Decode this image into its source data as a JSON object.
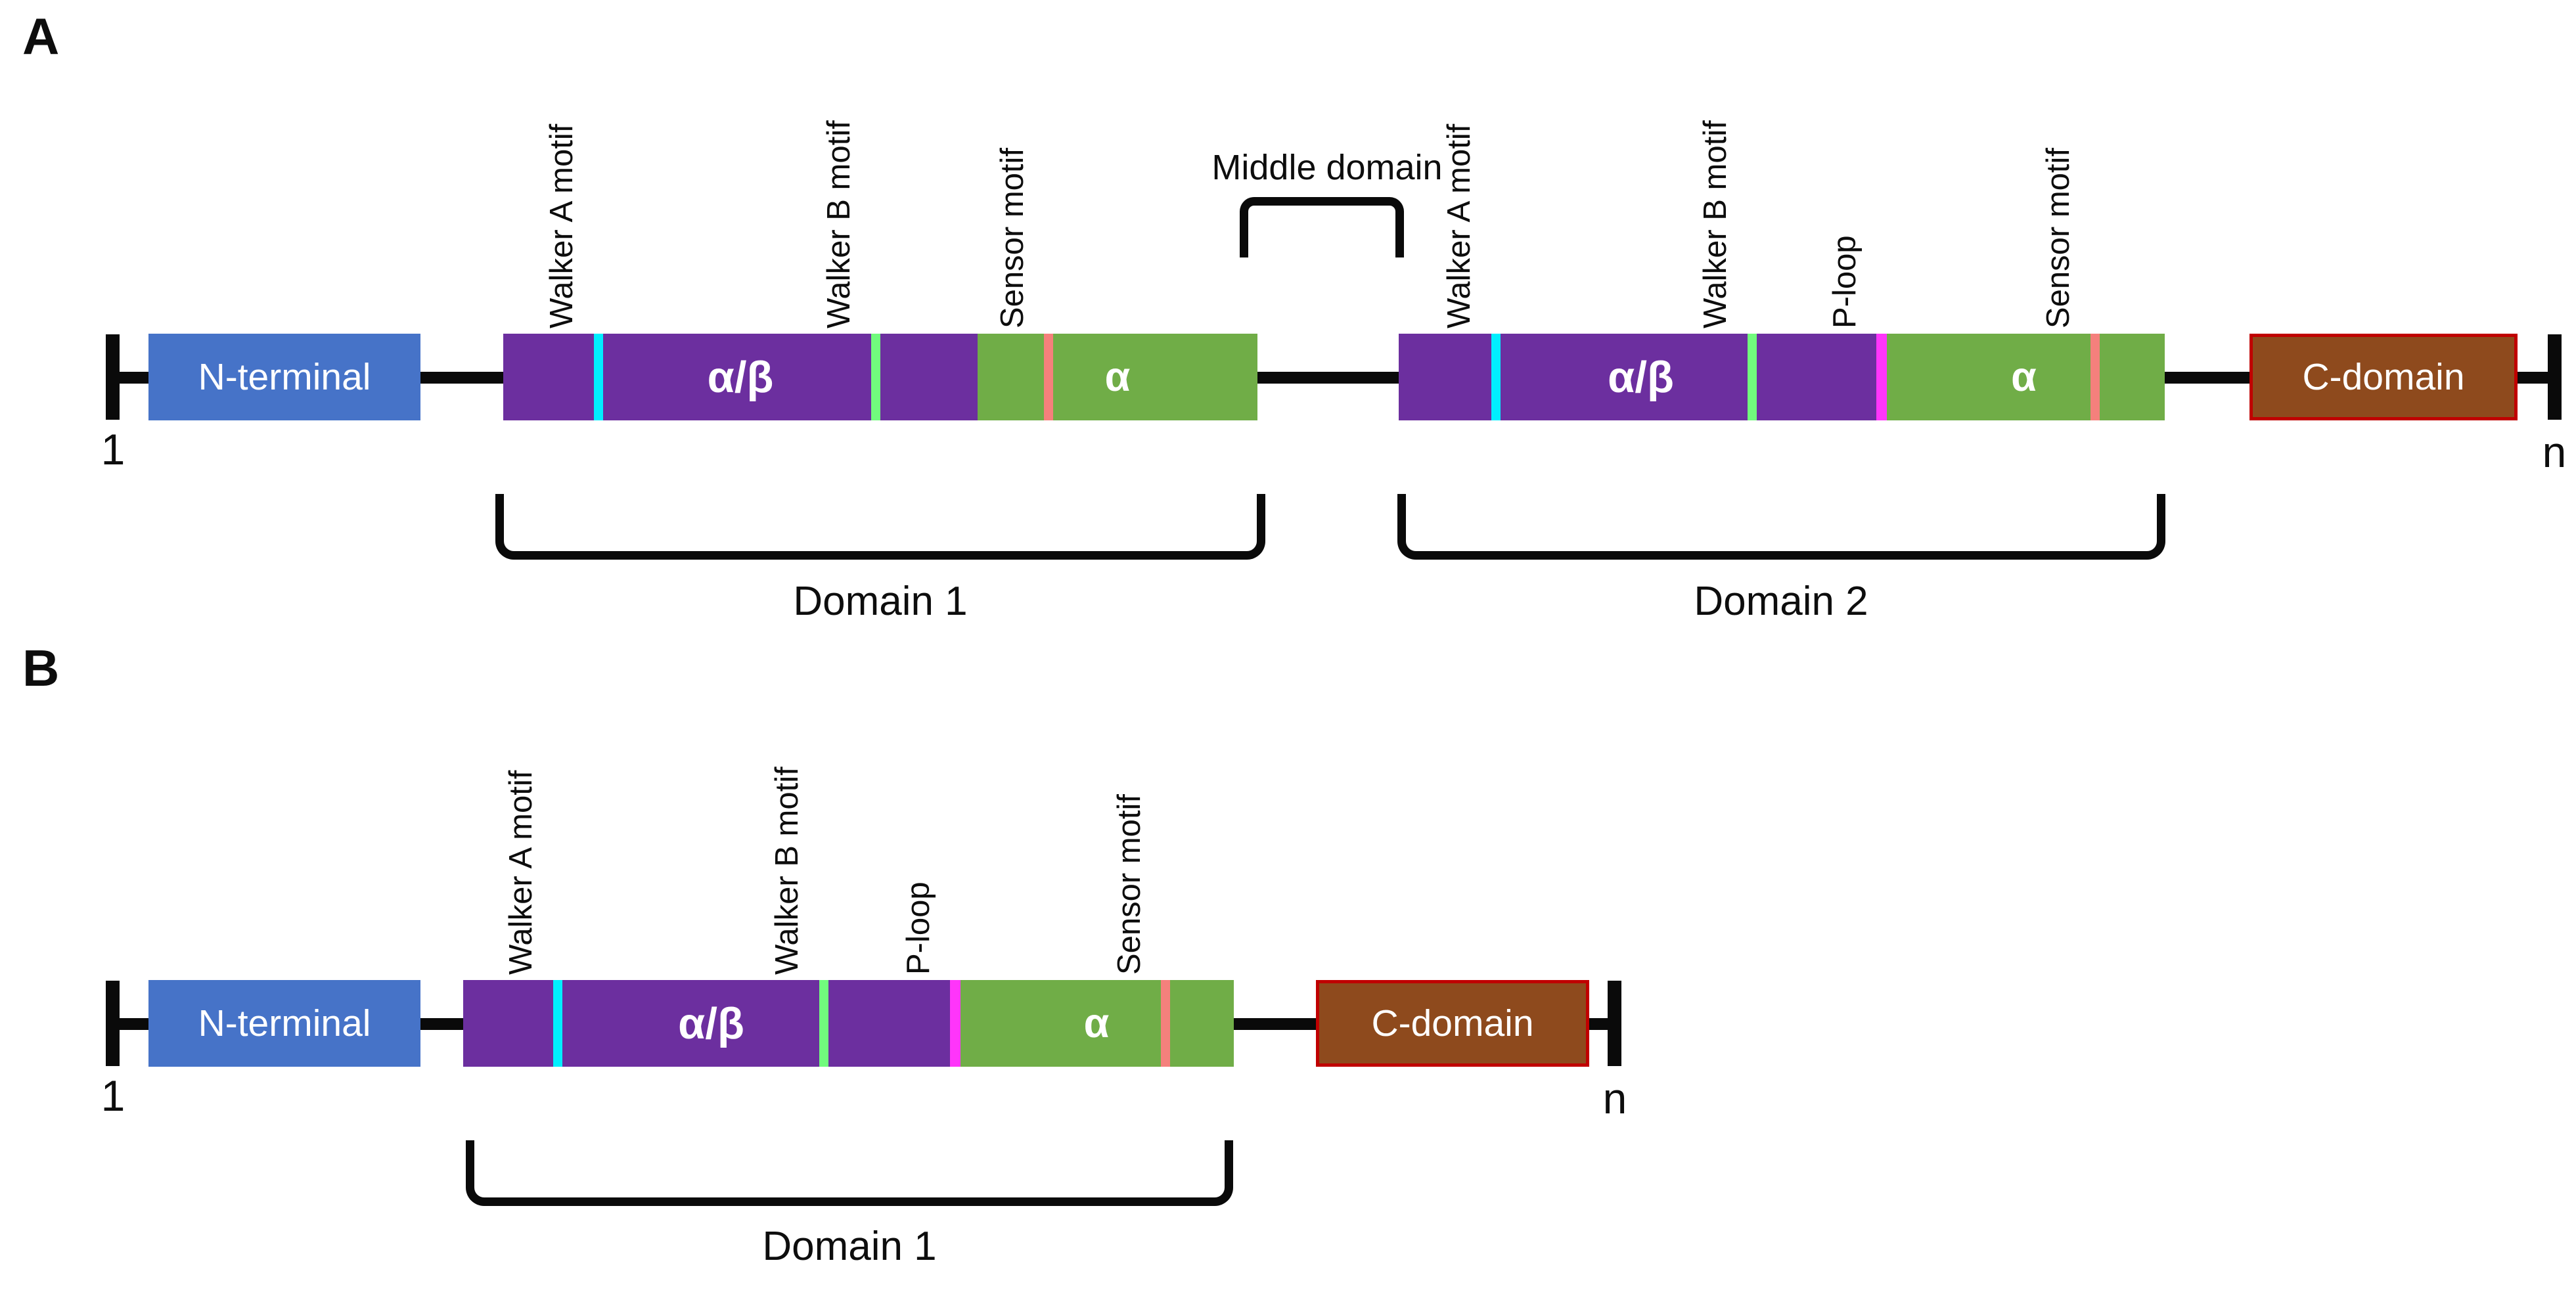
{
  "colors": {
    "backbone": "#0a0a0a",
    "text": "#0d0d0d",
    "n_terminal_fill": "#4673c8",
    "nbd_fill": "#6c2f9f",
    "alpha_fill": "#70ad47",
    "c_domain_fill": "#8e4a1d",
    "c_domain_border": "#c00000",
    "walker_a": "#00efff",
    "walker_b": "#71fb7d",
    "p_loop": "#ff35fa",
    "sensor": "#f5807c"
  },
  "panel_a": {
    "label": "A",
    "start_residue": "1",
    "end_residue": "n",
    "n_terminal_label": "N-terminal",
    "c_domain_label": "C-domain",
    "middle_domain_label": "Middle domain",
    "domain_1": {
      "alpha_beta_label": "α/β",
      "alpha_label": "α",
      "brace_label": "Domain 1",
      "walker_a_label": "Walker A motif",
      "walker_b_label": "Walker B motif",
      "sensor_label": "Sensor motif"
    },
    "domain_2": {
      "alpha_beta_label": "α/β",
      "alpha_label": "α",
      "brace_label": "Domain 2",
      "walker_a_label": "Walker A motif",
      "walker_b_label": "Walker B motif",
      "p_loop_label": "P-loop",
      "sensor_label": "Sensor motif"
    }
  },
  "panel_b": {
    "label": "B",
    "start_residue": "1",
    "end_residue": "n",
    "n_terminal_label": "N-terminal",
    "c_domain_label": "C-domain",
    "domain_1": {
      "alpha_beta_label": "α/β",
      "alpha_label": "α",
      "brace_label": "Domain 1",
      "walker_a_label": "Walker A motif",
      "walker_b_label": "Walker B motif",
      "p_loop_label": "P-loop",
      "sensor_label": "Sensor motif"
    }
  }
}
